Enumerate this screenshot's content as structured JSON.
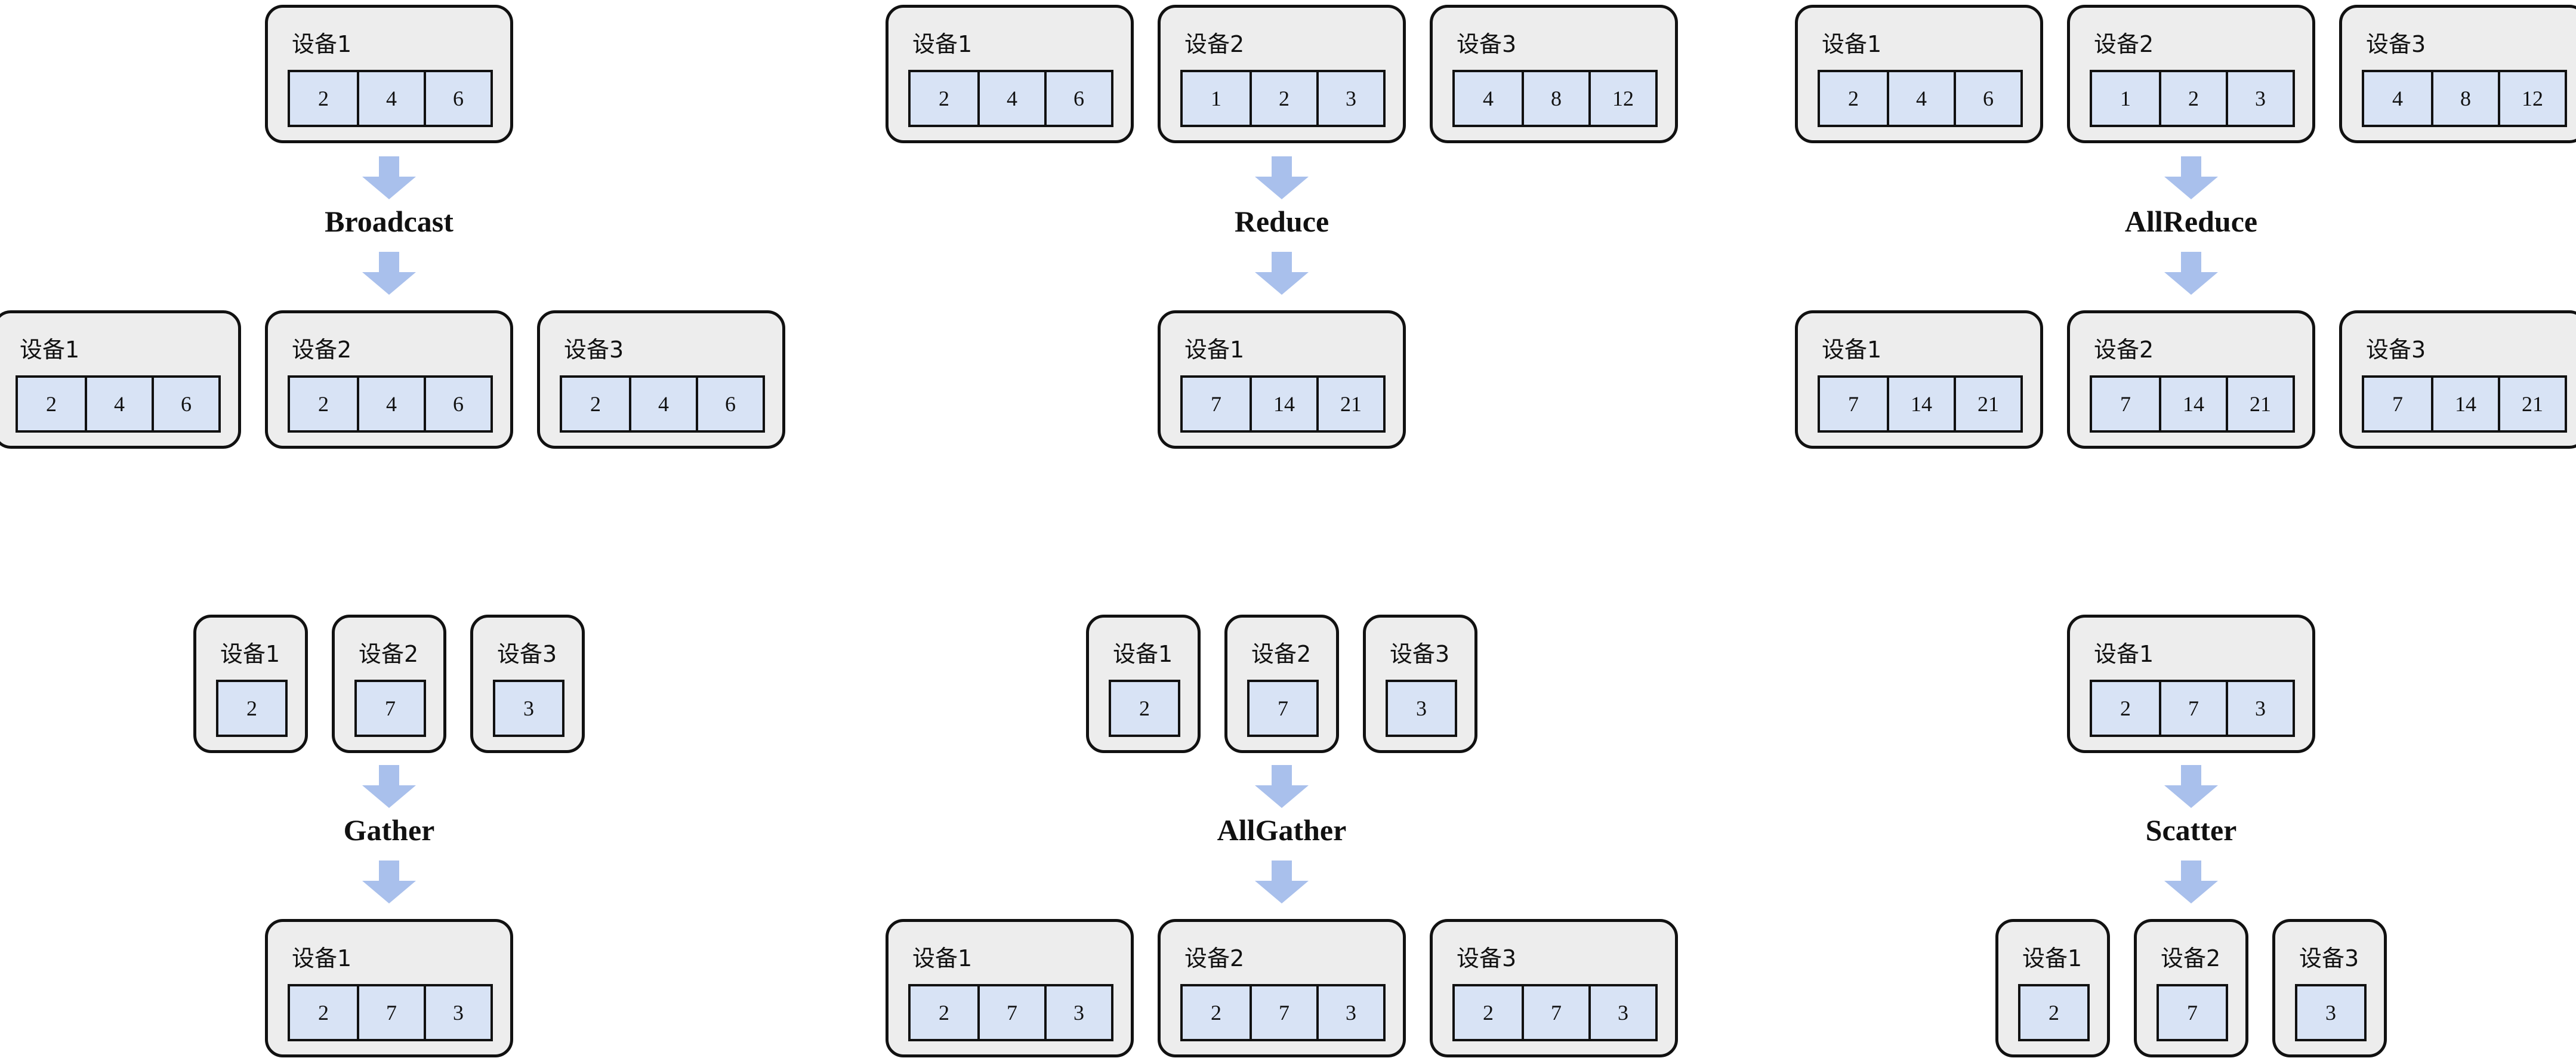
{
  "colors": {
    "device_bg": "#ededed",
    "cell_bg": "#d8e3f5",
    "arrow": "#a9c0ec",
    "stroke": "#111111"
  },
  "icons": {
    "arrow": "arrow-down-icon"
  },
  "panels": [
    {
      "op": "Broadcast",
      "inputs": [
        {
          "label": "设备1",
          "values": [
            "2",
            "4",
            "6"
          ]
        }
      ],
      "outputs": [
        {
          "label": "设备1",
          "values": [
            "2",
            "4",
            "6"
          ]
        },
        {
          "label": "设备2",
          "values": [
            "2",
            "4",
            "6"
          ]
        },
        {
          "label": "设备3",
          "values": [
            "2",
            "4",
            "6"
          ]
        }
      ]
    },
    {
      "op": "Reduce",
      "inputs": [
        {
          "label": "设备1",
          "values": [
            "2",
            "4",
            "6"
          ]
        },
        {
          "label": "设备2",
          "values": [
            "1",
            "2",
            "3"
          ]
        },
        {
          "label": "设备3",
          "values": [
            "4",
            "8",
            "12"
          ]
        }
      ],
      "outputs": [
        {
          "label": "设备1",
          "values": [
            "7",
            "14",
            "21"
          ]
        }
      ]
    },
    {
      "op": "AllReduce",
      "inputs": [
        {
          "label": "设备1",
          "values": [
            "2",
            "4",
            "6"
          ]
        },
        {
          "label": "设备2",
          "values": [
            "1",
            "2",
            "3"
          ]
        },
        {
          "label": "设备3",
          "values": [
            "4",
            "8",
            "12"
          ]
        }
      ],
      "outputs": [
        {
          "label": "设备1",
          "values": [
            "7",
            "14",
            "21"
          ]
        },
        {
          "label": "设备2",
          "values": [
            "7",
            "14",
            "21"
          ]
        },
        {
          "label": "设备3",
          "values": [
            "7",
            "14",
            "21"
          ]
        }
      ]
    },
    {
      "op": "Gather",
      "inputs": [
        {
          "label": "设备1",
          "values": [
            "2"
          ]
        },
        {
          "label": "设备2",
          "values": [
            "7"
          ]
        },
        {
          "label": "设备3",
          "values": [
            "3"
          ]
        }
      ],
      "outputs": [
        {
          "label": "设备1",
          "values": [
            "2",
            "7",
            "3"
          ]
        }
      ]
    },
    {
      "op": "AllGather",
      "inputs": [
        {
          "label": "设备1",
          "values": [
            "2"
          ]
        },
        {
          "label": "设备2",
          "values": [
            "7"
          ]
        },
        {
          "label": "设备3",
          "values": [
            "3"
          ]
        }
      ],
      "outputs": [
        {
          "label": "设备1",
          "values": [
            "2",
            "7",
            "3"
          ]
        },
        {
          "label": "设备2",
          "values": [
            "2",
            "7",
            "3"
          ]
        },
        {
          "label": "设备3",
          "values": [
            "2",
            "7",
            "3"
          ]
        }
      ]
    },
    {
      "op": "Scatter",
      "inputs": [
        {
          "label": "设备1",
          "values": [
            "2",
            "7",
            "3"
          ]
        }
      ],
      "outputs": [
        {
          "label": "设备1",
          "values": [
            "2"
          ]
        },
        {
          "label": "设备2",
          "values": [
            "7"
          ]
        },
        {
          "label": "设备3",
          "values": [
            "3"
          ]
        }
      ]
    }
  ]
}
